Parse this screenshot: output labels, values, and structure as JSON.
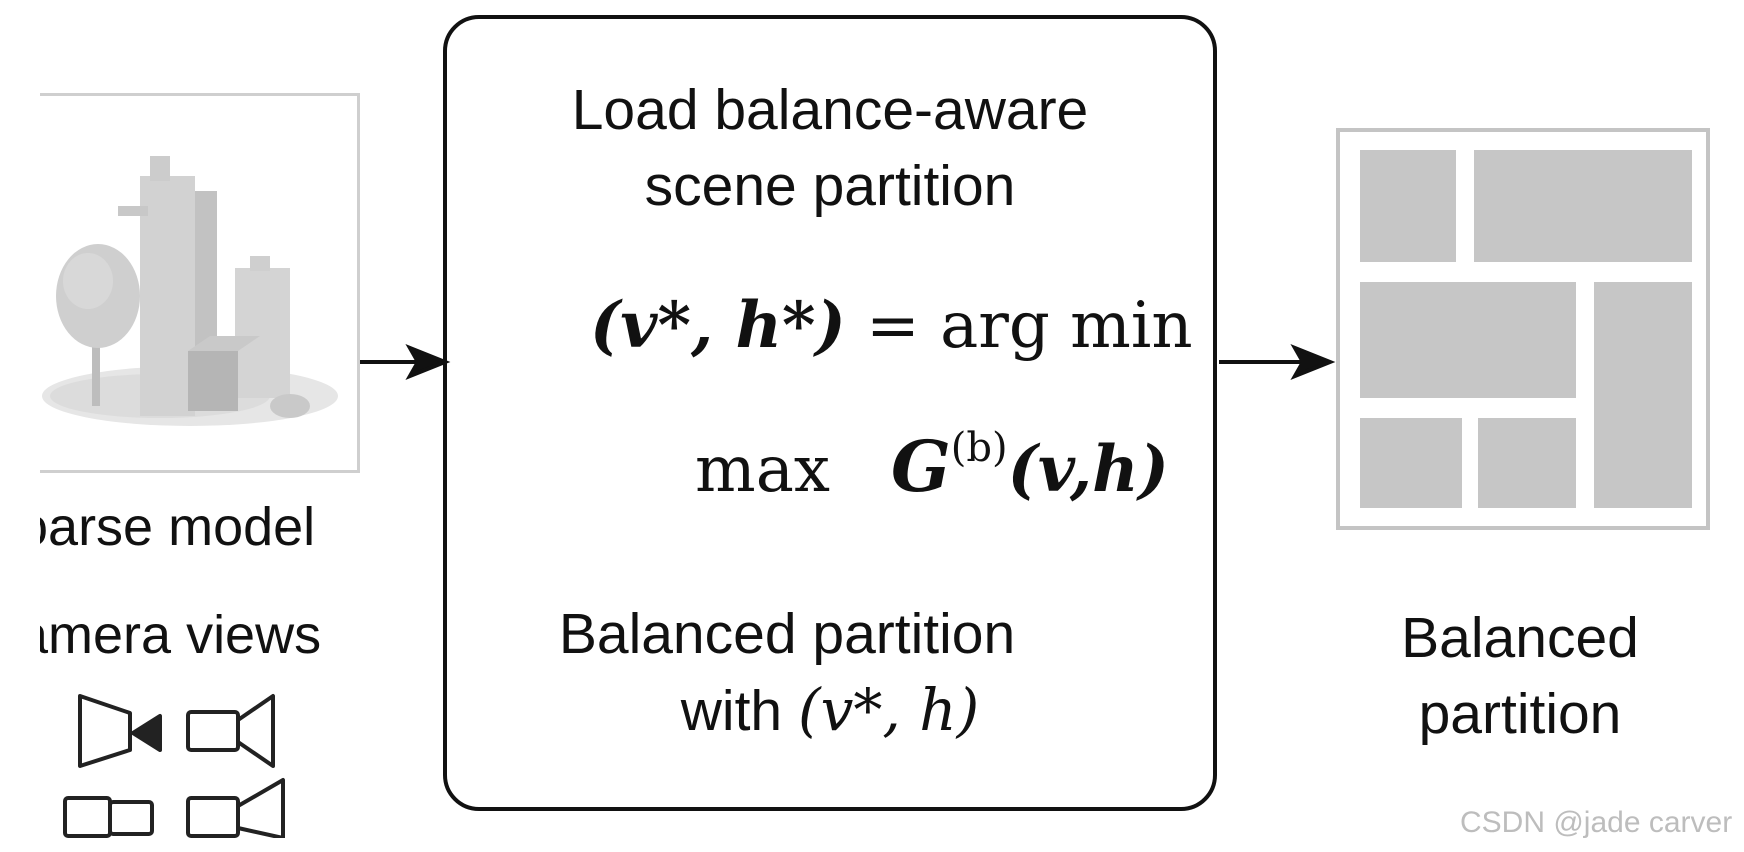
{
  "input": {
    "coarse_model_label": "oarse model",
    "camera_views_label": "amera views"
  },
  "process": {
    "title_line1": "Load balance-aware",
    "title_line2": "scene partition",
    "formula_line1": {
      "lhs": "(v*, h*)",
      "rhs": "= arg min"
    },
    "formula_line2": {
      "op": "max",
      "func": "G",
      "superscript": "(b)",
      "args": "(v,h)"
    },
    "result_line1": "Balanced partition",
    "result_line2_prefix": "with",
    "result_line2_math": "(v*, h)"
  },
  "output": {
    "label_line1": "Balanced",
    "label_line2": "partition"
  },
  "watermark": "CSDN @jade carver",
  "colors": {
    "stroke": "#111111",
    "cell_fill": "#c6c6c6",
    "frame": "#c4c4c4",
    "watermark": "#bdbdbd"
  },
  "icons": [
    "point-cloud-scene-icon",
    "camera-icon",
    "arrow-right-icon",
    "partition-grid-icon"
  ]
}
